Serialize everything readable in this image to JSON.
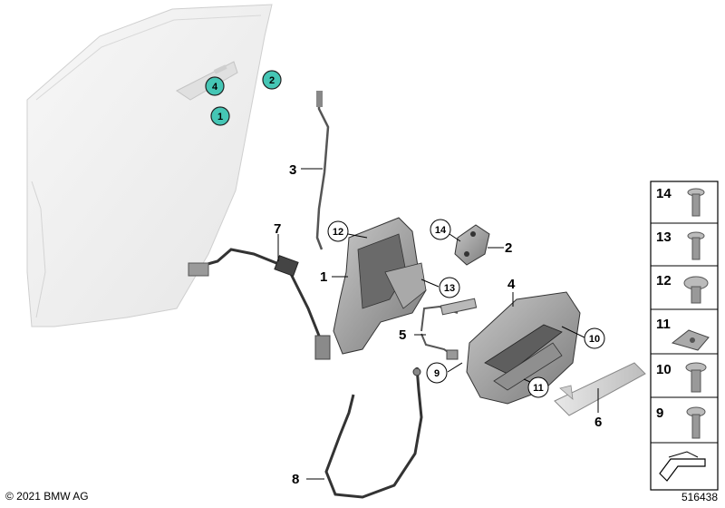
{
  "callouts_teal": [
    {
      "id": "t1",
      "text": "4"
    },
    {
      "id": "t2",
      "text": "1"
    },
    {
      "id": "t3",
      "text": "2"
    }
  ],
  "callouts_circle": [
    {
      "id": "c12",
      "text": "12"
    },
    {
      "id": "c14",
      "text": "14"
    },
    {
      "id": "c13",
      "text": "13"
    },
    {
      "id": "c10",
      "text": "10"
    },
    {
      "id": "c9",
      "text": "9"
    },
    {
      "id": "c11",
      "text": "11"
    }
  ],
  "labels": [
    {
      "id": "l3",
      "text": "3"
    },
    {
      "id": "l7",
      "text": "7"
    },
    {
      "id": "l1",
      "text": "1"
    },
    {
      "id": "l2",
      "text": "2"
    },
    {
      "id": "l4",
      "text": "4"
    },
    {
      "id": "l5",
      "text": "5"
    },
    {
      "id": "l6",
      "text": "6"
    },
    {
      "id": "l8",
      "text": "8"
    }
  ],
  "side_panel": [
    "14",
    "13",
    "12",
    "11",
    "10",
    "9"
  ],
  "footer": {
    "copyright": "© 2021 BMW AG",
    "diagram_number": "516438"
  },
  "colors": {
    "teal": "#45c6b5",
    "line": "#000000",
    "part_gray": "#9a9a9a",
    "door_fill": "#f2f2f2"
  }
}
